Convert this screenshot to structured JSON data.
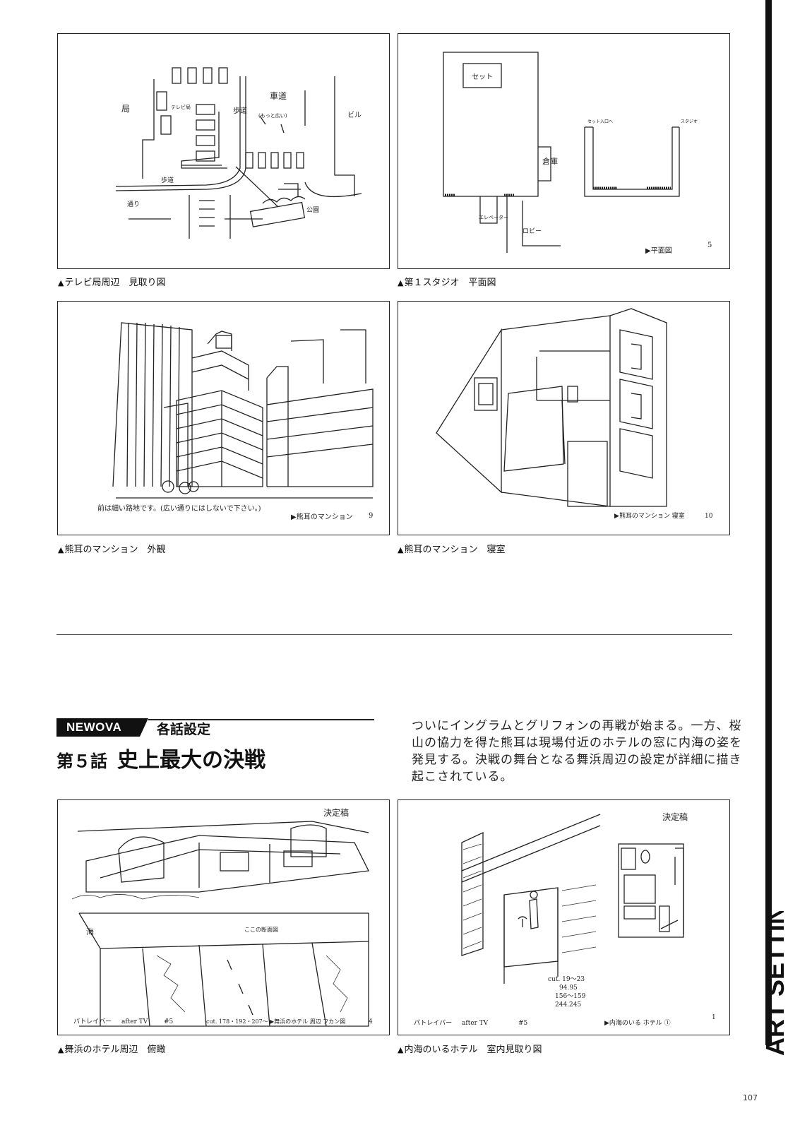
{
  "figures": [
    {
      "id": "tv-station",
      "caption": "テレビ局周辺　見取り図",
      "labels": [
        "局",
        "テレビ局",
        "車道",
        "(もっと広い)",
        "歩道",
        "ビル",
        "歩道",
        "通り",
        "公園"
      ]
    },
    {
      "id": "studio-1",
      "caption": "第１スタジオ　平面図",
      "labels": [
        "セット",
        "倉庫",
        "エレベーター",
        "ロビー",
        "セット入口へ",
        "スタジオ",
        "▶平面図",
        "5"
      ]
    },
    {
      "id": "mansion-exterior",
      "caption": "熊耳のマンション　外観",
      "labels": [
        "前は細い路地です。(広い通りにはしないで下さい。)",
        "▶熊耳のマンション",
        "9"
      ]
    },
    {
      "id": "mansion-bedroom",
      "caption": "熊耳のマンション　寝室",
      "labels": [
        "▶熊耳のマンション 寝室",
        "10"
      ]
    },
    {
      "id": "maihama-hotel",
      "caption": "舞浜のホテル周辺　俯瞰",
      "labels": [
        "決定稿",
        "海",
        "ここの断面図",
        "パトレイバー",
        "after TV",
        "#5",
        "cut. 178・192・207〜",
        "▶舞浜のホテル 周辺 フカン図",
        "4"
      ]
    },
    {
      "id": "uchiumi-hotel",
      "caption": "内海のいるホテル　室内見取り図",
      "labels": [
        "決定稿",
        "cut. 19〜23",
        "94.95",
        "156〜159",
        "244.245",
        "パトレイバー",
        "after TV",
        "#5",
        "▶内海のいる ホテル ①",
        "1"
      ]
    }
  ],
  "section": {
    "badge": "NEWOVA",
    "subtitle": "各話設定",
    "episode_number": "第５話",
    "episode_title": "史上最大の決戦",
    "description": "ついにイングラムとグリフォンの再戦が始まる。一方、桜山の協力を得た熊耳は現場付近のホテルの窓に内海の姿を発見する。決戦の舞台となる舞浜周辺の設定が詳細に描き起こされている。"
  },
  "side_label": "ART SETTING",
  "page_number": "107",
  "caption_marker": "▲"
}
